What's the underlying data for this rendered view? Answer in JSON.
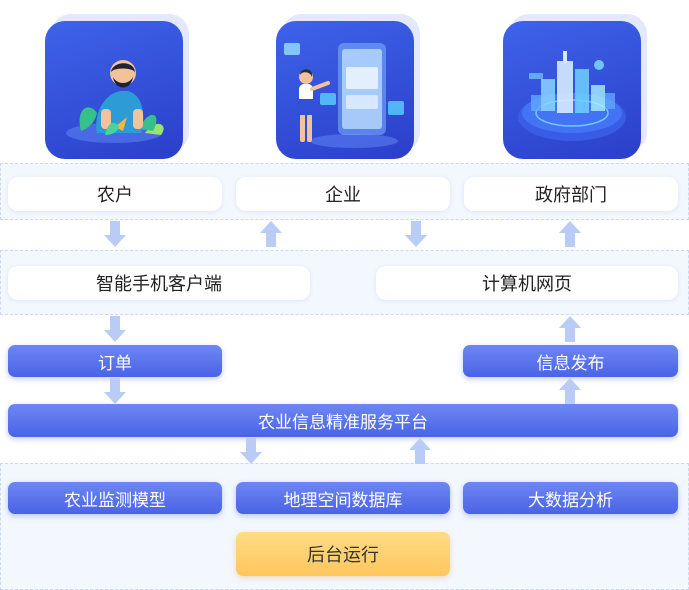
{
  "users": {
    "farmer": "农户",
    "enterprise": "企业",
    "government": "政府部门"
  },
  "clients": {
    "mobile": "智能手机客户端",
    "web": "计算机网页"
  },
  "services": {
    "order": "订单",
    "publish": "信息发布",
    "platform": "农业信息精准服务平台"
  },
  "backend": {
    "model": "农业监测模型",
    "gis": "地理空间数据库",
    "bigdata": "大数据分析",
    "ops": "后台运行"
  },
  "colors": {
    "blue_accent": "#4a63e6",
    "arrow": "#b9ccf6",
    "yellow": "#ffc65e",
    "band": "#f3f7fe"
  }
}
